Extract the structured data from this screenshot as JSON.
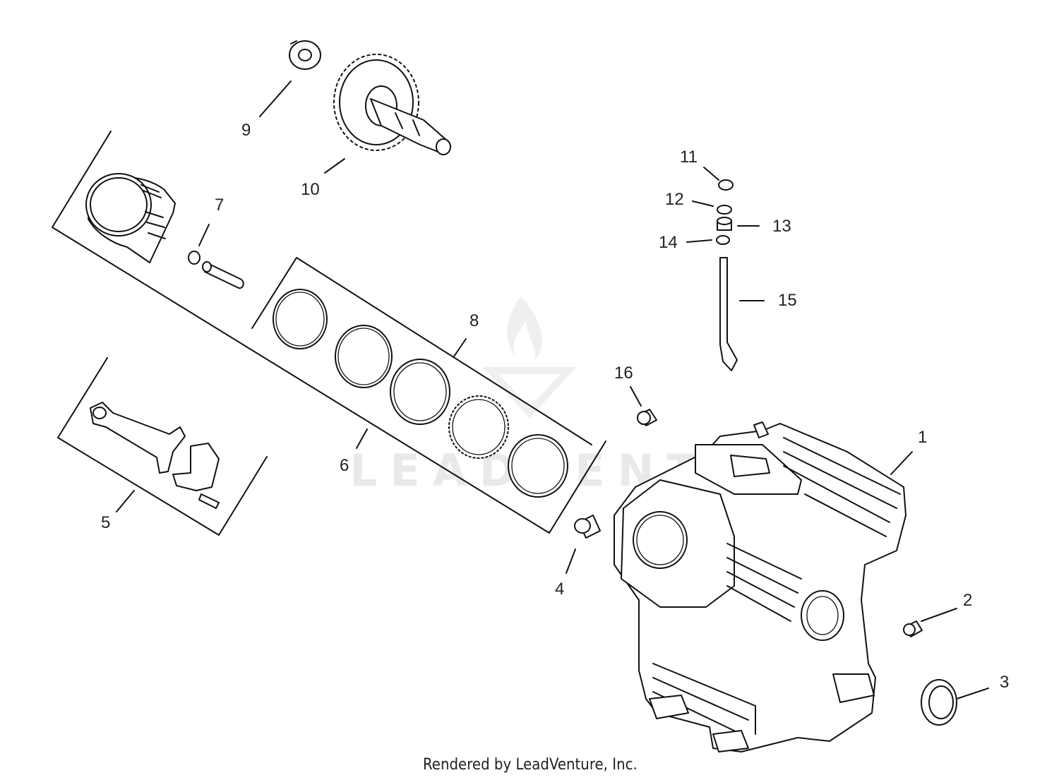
{
  "diagram": {
    "callouts": [
      {
        "id": "1",
        "text": "1"
      },
      {
        "id": "2",
        "text": "2"
      },
      {
        "id": "3",
        "text": "3"
      },
      {
        "id": "4",
        "text": "4"
      },
      {
        "id": "5",
        "text": "5"
      },
      {
        "id": "6",
        "text": "6"
      },
      {
        "id": "7",
        "text": "7"
      },
      {
        "id": "8",
        "text": "8"
      },
      {
        "id": "9",
        "text": "9"
      },
      {
        "id": "10",
        "text": "10"
      },
      {
        "id": "11",
        "text": "11"
      },
      {
        "id": "12",
        "text": "12"
      },
      {
        "id": "13",
        "text": "13"
      },
      {
        "id": "14",
        "text": "14"
      },
      {
        "id": "15",
        "text": "15"
      },
      {
        "id": "16",
        "text": "16"
      }
    ],
    "watermark": "LEADVENTURE",
    "footer": "Rendered by LeadVenture, Inc."
  }
}
